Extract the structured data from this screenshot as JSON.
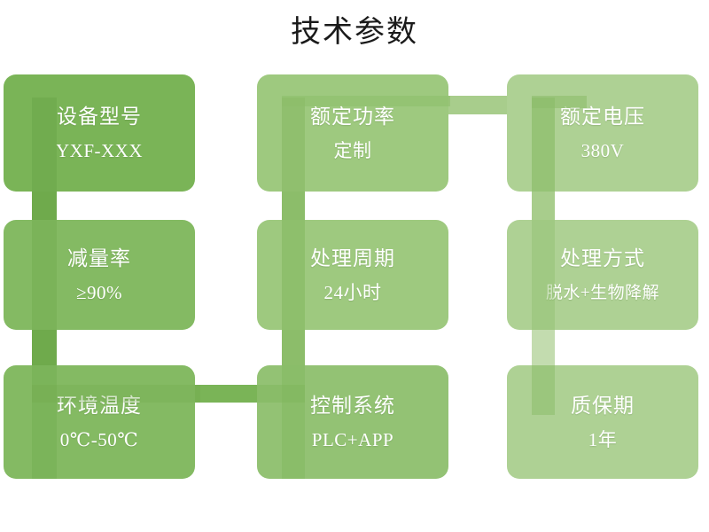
{
  "page": {
    "title": "技术参数",
    "background": "#ffffff",
    "title_color": "#1a1a1a"
  },
  "palette": {
    "column_1": "#7ab457",
    "column_2": "#9ec97f",
    "column_3": "#aed194",
    "connector_dark": "#6faa4c",
    "connector_mid": "#8cbd6a",
    "connector_light": "#a8cd8c",
    "connector_pale": "#c3dcaf",
    "text": "#ffffff"
  },
  "cards": [
    {
      "id": "device-model",
      "key": "设备型号",
      "value": "YXF-XXX",
      "row": 1,
      "col": 1,
      "color": "#7ab457"
    },
    {
      "id": "rated-power",
      "key": "额定功率",
      "value": "定制",
      "row": 1,
      "col": 2,
      "color": "#9ec97f"
    },
    {
      "id": "rated-voltage",
      "key": "额定电压",
      "value": "380V",
      "row": 1,
      "col": 3,
      "color": "#aed194"
    },
    {
      "id": "reduction-rate",
      "key": "减量率",
      "value": "≥90%",
      "row": 2,
      "col": 1,
      "color": "#84ba63"
    },
    {
      "id": "treatment-cycle",
      "key": "处理周期",
      "value": "24小时",
      "row": 2,
      "col": 2,
      "color": "#9ec97f"
    },
    {
      "id": "treatment-method",
      "key": "处理方式",
      "value": "脱水+生物降解",
      "row": 2,
      "col": 3,
      "color": "#aed194"
    },
    {
      "id": "ambient-temperature",
      "key": "环境温度",
      "value": "0℃-50℃",
      "row": 3,
      "col": 1,
      "color": "#84ba63"
    },
    {
      "id": "control-system",
      "key": "控制系统",
      "value": "PLC+APP",
      "row": 3,
      "col": 2,
      "color": "#93c274"
    },
    {
      "id": "warranty-period",
      "key": "质保期",
      "value": "1年",
      "row": 3,
      "col": 3,
      "color": "#aed194"
    }
  ]
}
